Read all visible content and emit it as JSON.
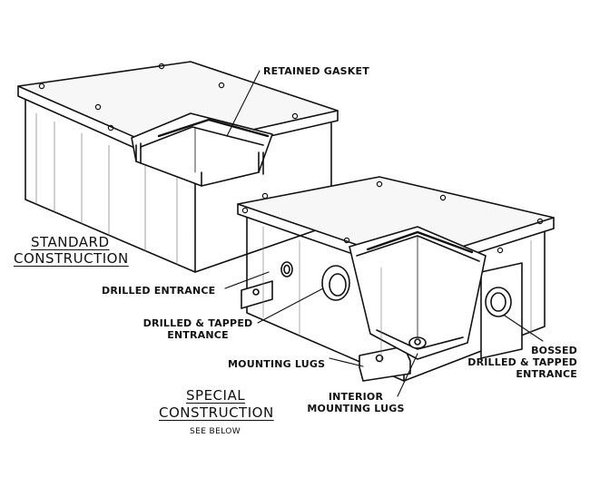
{
  "labels": {
    "retained_gasket": "RETAINED GASKET",
    "drilled_entrance": "DRILLED ENTRANCE",
    "drilled_tapped_1": "DRILLED & TAPPED",
    "drilled_tapped_2": "ENTRANCE",
    "mounting_lugs": "MOUNTING LUGS",
    "interior_lugs_1": "INTERIOR",
    "interior_lugs_2": "MOUNTING LUGS",
    "bossed_1": "BOSSED",
    "bossed_2": "DRILLED & TAPPED",
    "bossed_3": "ENTRANCE"
  },
  "headings": {
    "standard_1": "STANDARD",
    "standard_2": "CONSTRUCTION",
    "special_1": "SPECIAL",
    "special_2": "CONSTRUCTION",
    "see_below": "SEE BELOW"
  }
}
